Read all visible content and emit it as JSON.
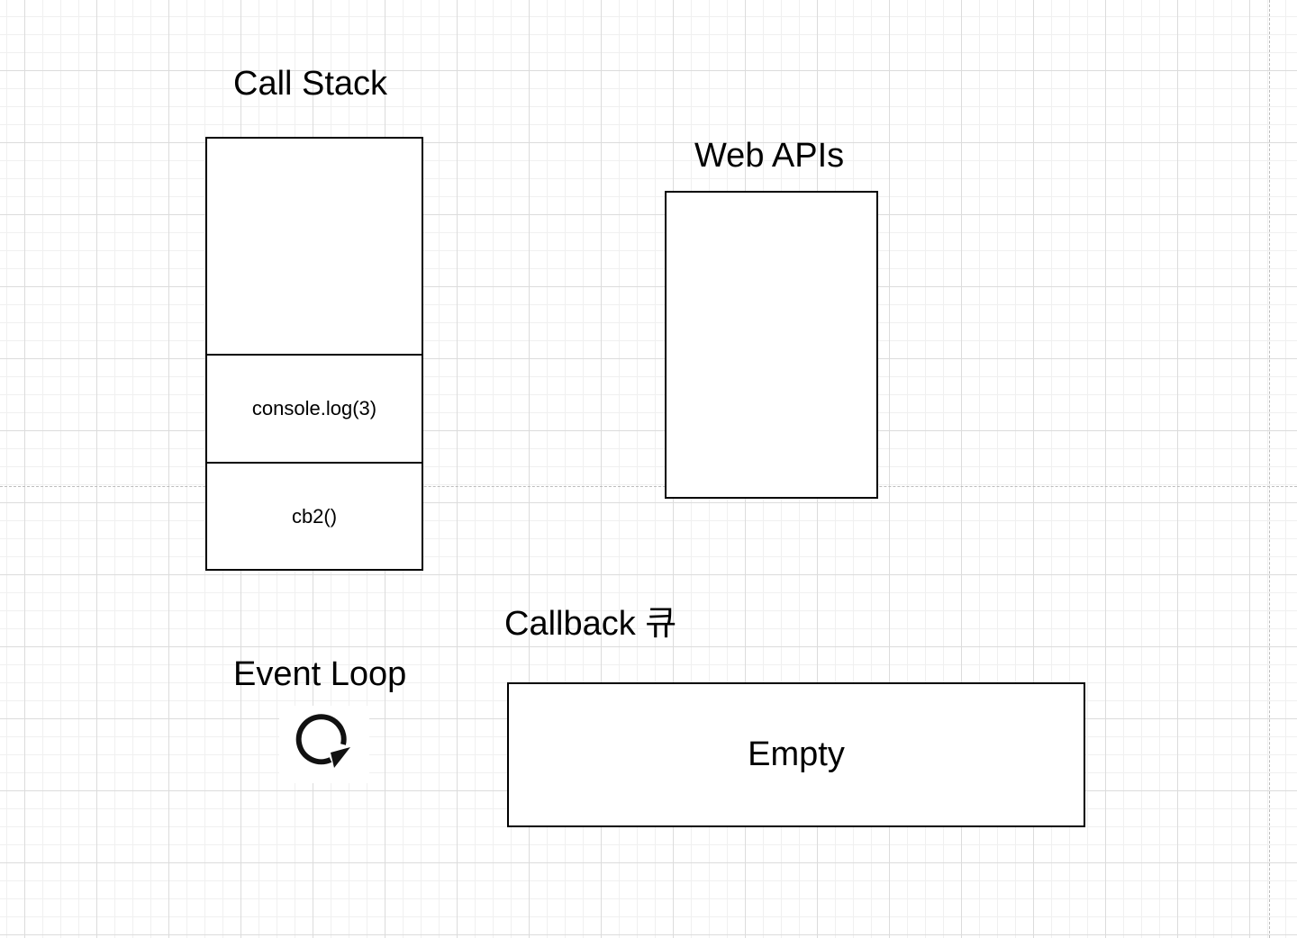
{
  "diagram": {
    "call_stack": {
      "title": "Call Stack",
      "frames": [
        {
          "label": "console.log(3)"
        },
        {
          "label": "cb2()"
        }
      ]
    },
    "web_apis": {
      "title": "Web APIs"
    },
    "callback_queue": {
      "title": "Callback 큐",
      "content": "Empty"
    },
    "event_loop": {
      "title": "Event Loop",
      "icon": "refresh-icon"
    }
  }
}
